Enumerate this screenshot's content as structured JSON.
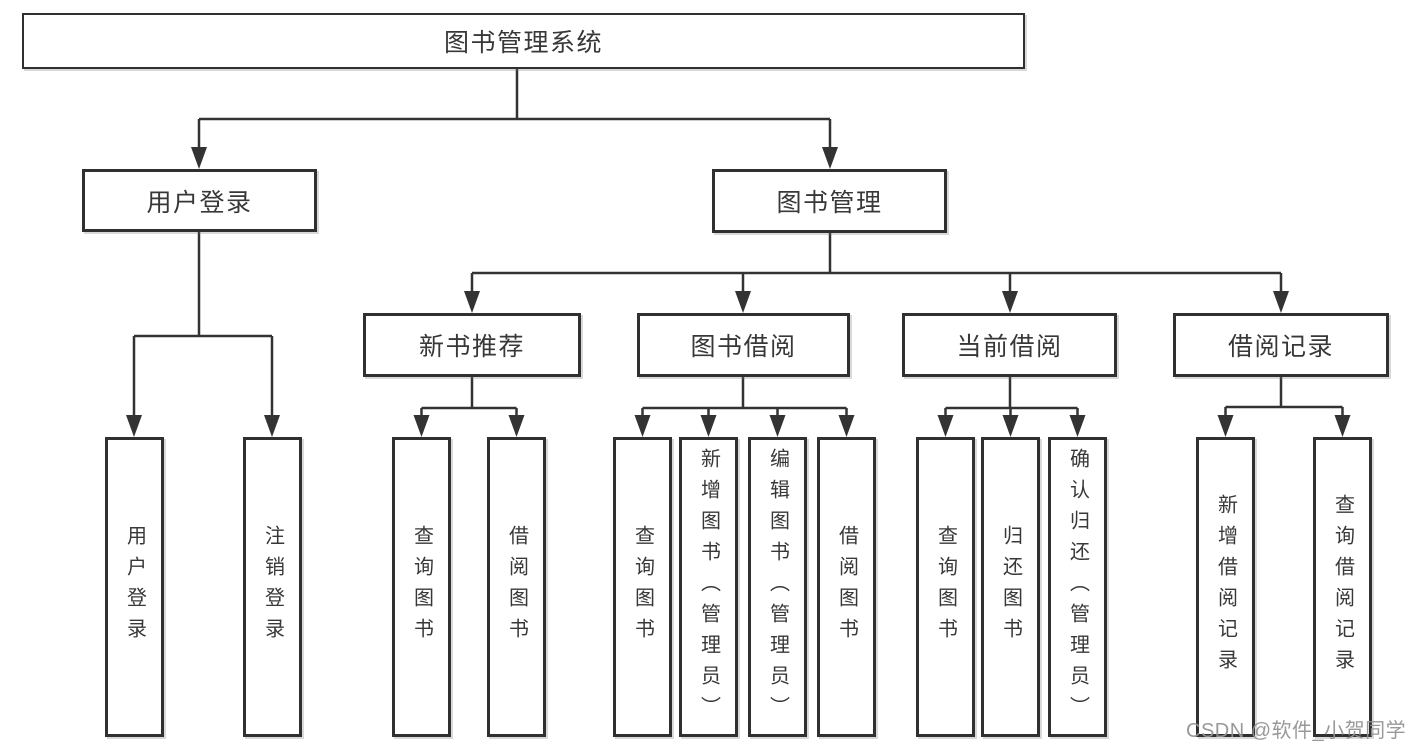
{
  "diagram": {
    "type": "tree",
    "background": "#ffffff",
    "line_color": "#333333",
    "text_color": "#383838"
  },
  "nodes": {
    "root": {
      "label": "图书管理系统"
    },
    "user_login": {
      "label": "用户登录"
    },
    "book_management": {
      "label": "图书管理"
    },
    "new_book_recommend": {
      "label": "新书推荐"
    },
    "book_borrowing": {
      "label": "图书借阅"
    },
    "current_borrowing": {
      "label": "当前借阅"
    },
    "borrowing_records": {
      "label": "借阅记录"
    },
    "leaf_user_login": {
      "label": "用户登录"
    },
    "leaf_logout": {
      "label": "注销登录"
    },
    "leaf_query_books_a": {
      "label": "查询图书"
    },
    "leaf_borrow_books_a": {
      "label": "借阅图书"
    },
    "leaf_query_books_b": {
      "label": "查询图书"
    },
    "leaf_add_books": {
      "label": "新增图书（管理员）"
    },
    "leaf_edit_books": {
      "label": "编辑图书（管理员）"
    },
    "leaf_borrow_books_b": {
      "label": "借阅图书"
    },
    "leaf_query_books_c": {
      "label": "查询图书"
    },
    "leaf_return_books": {
      "label": "归还图书"
    },
    "leaf_confirm_return": {
      "label": "确认归还（管理员）"
    },
    "leaf_add_borrow_record": {
      "label": "新增借阅记录"
    },
    "leaf_query_borrow_record": {
      "label": "查询借阅记录"
    }
  },
  "edges": [
    {
      "parent": "图书管理系统",
      "children": [
        "用户登录",
        "图书管理"
      ]
    },
    {
      "parent": "用户登录",
      "children": [
        "用户登录",
        "注销登录"
      ]
    },
    {
      "parent": "图书管理",
      "children": [
        "新书推荐",
        "图书借阅",
        "当前借阅",
        "借阅记录"
      ]
    },
    {
      "parent": "新书推荐",
      "children": [
        "查询图书",
        "借阅图书"
      ]
    },
    {
      "parent": "图书借阅",
      "children": [
        "查询图书",
        "新增图书（管理员）",
        "编辑图书（管理员）",
        "借阅图书"
      ]
    },
    {
      "parent": "当前借阅",
      "children": [
        "查询图书",
        "归还图书",
        "确认归还（管理员）"
      ]
    },
    {
      "parent": "借阅记录",
      "children": [
        "新增借阅记录",
        "查询借阅记录"
      ]
    }
  ],
  "watermark": {
    "label": "CSDN @软件_小贺同学",
    "color": "#949496"
  }
}
